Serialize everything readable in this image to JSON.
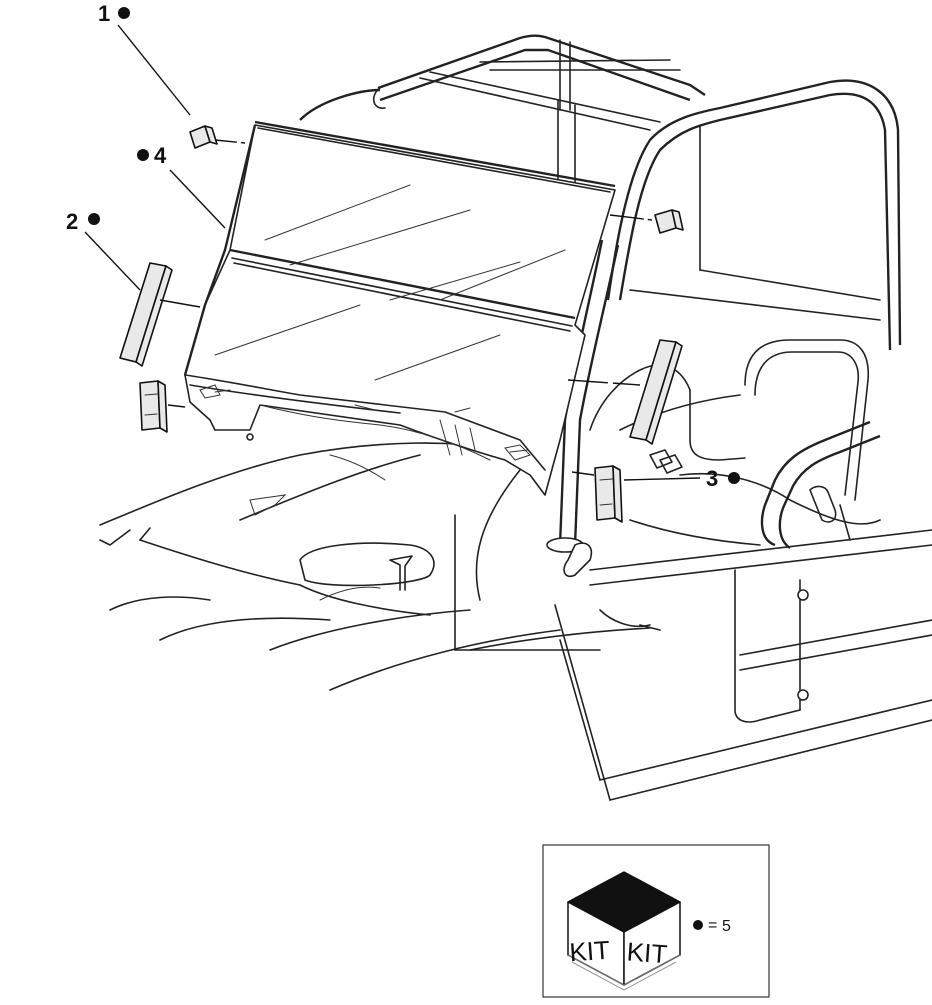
{
  "callouts": [
    {
      "id": "1",
      "number": "1",
      "kit_marked": true
    },
    {
      "id": "2",
      "number": "2",
      "kit_marked": true
    },
    {
      "id": "3",
      "number": "3",
      "kit_marked": true
    },
    {
      "id": "4",
      "number": "4",
      "kit_marked": true
    }
  ],
  "legend": {
    "kit_label_left": "KIT",
    "kit_label_right": "KIT",
    "equals": "=",
    "number": "5"
  },
  "icons": {
    "kit_marker": "filled-dot-icon",
    "kit_box": "kit-box-icon"
  },
  "colors": {
    "line": "#222222",
    "background": "#ffffff",
    "kit_box_top": "#111111"
  }
}
